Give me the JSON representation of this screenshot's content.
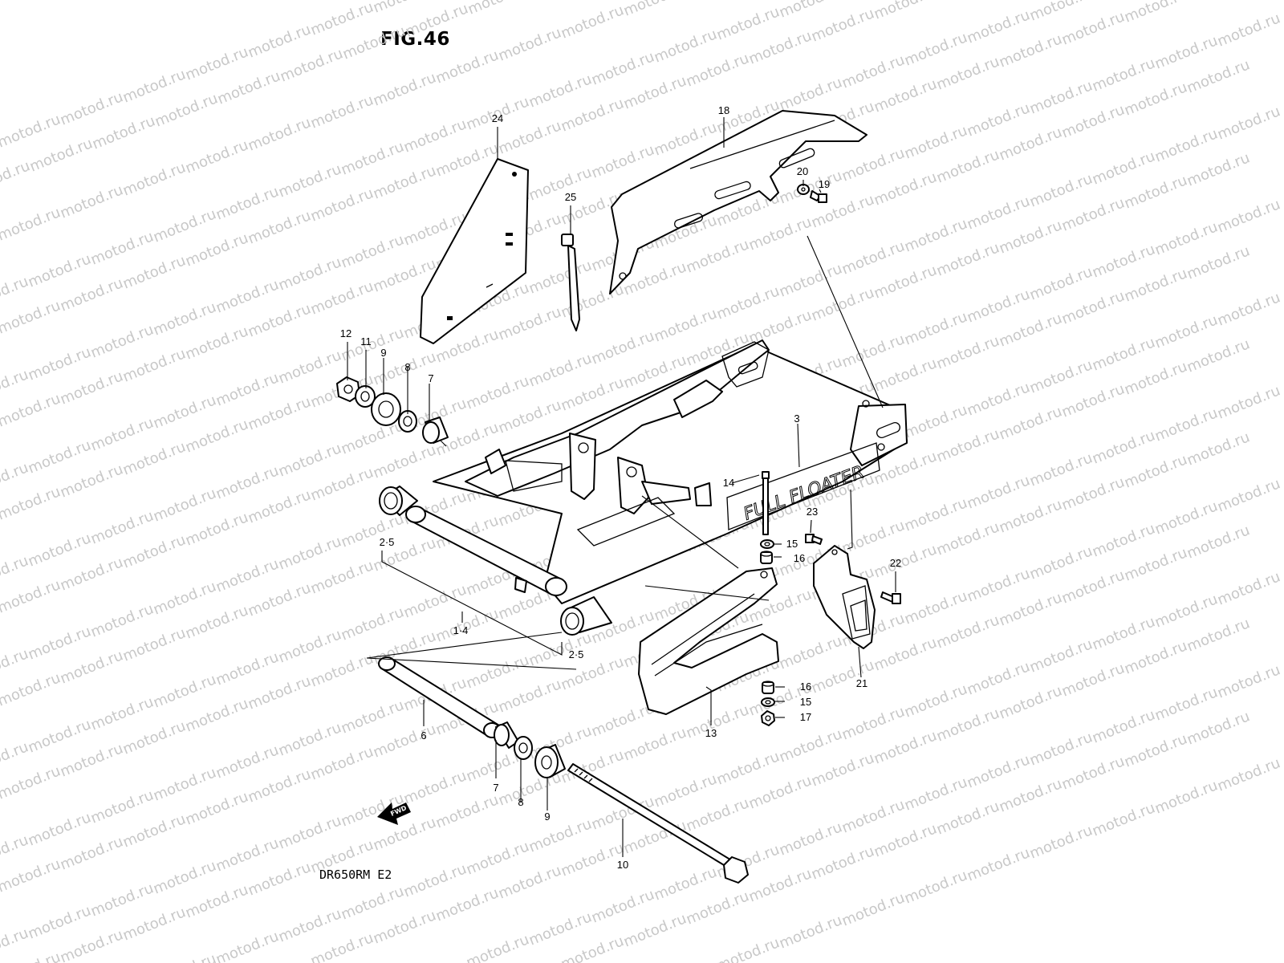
{
  "figure": {
    "title": "FIG.46",
    "model": "DR650RM  E2",
    "watermark": "motod.ru",
    "fwd_label": "FWD"
  },
  "parts": [
    {
      "id": "24",
      "name": "chain-guard-plate"
    },
    {
      "id": "25",
      "name": "cable-clamp"
    },
    {
      "id": "18",
      "name": "chain-case"
    },
    {
      "id": "20",
      "name": "washer"
    },
    {
      "id": "19",
      "name": "bolt"
    },
    {
      "id": "12",
      "name": "nut"
    },
    {
      "id": "11",
      "name": "washer"
    },
    {
      "id": "9",
      "name": "dust-seal"
    },
    {
      "id": "8",
      "name": "washer"
    },
    {
      "id": "7",
      "name": "spacer"
    },
    {
      "id": "3",
      "name": "swingarm-decal"
    },
    {
      "id": "14",
      "name": "bolt"
    },
    {
      "id": "15",
      "name": "washer"
    },
    {
      "id": "16",
      "name": "spacer"
    },
    {
      "id": "23",
      "name": "bolt"
    },
    {
      "id": "22",
      "name": "bolt"
    },
    {
      "id": "21",
      "name": "chain-guide"
    },
    {
      "id": "2·5",
      "name": "needle-bearing"
    },
    {
      "id": "1·4",
      "name": "swingarm"
    },
    {
      "id": "13",
      "name": "chain-buffer"
    },
    {
      "id": "17",
      "name": "nut"
    },
    {
      "id": "6",
      "name": "pivot-sleeve"
    },
    {
      "id": "10",
      "name": "pivot-shaft"
    }
  ]
}
